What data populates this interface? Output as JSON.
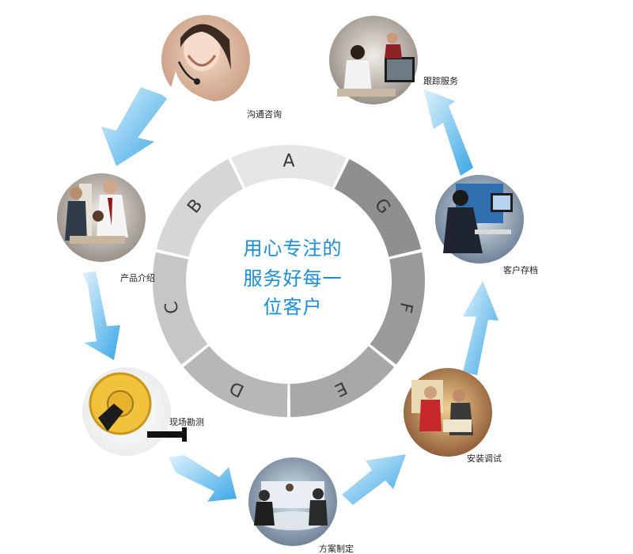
{
  "center_text": {
    "line1": "用心专注的",
    "line2": "服务好每一",
    "line3": "位客户"
  },
  "ring_segments": [
    {
      "letter": "A",
      "color": "#e6e6e6"
    },
    {
      "letter": "G",
      "color": "#8f8f8f"
    },
    {
      "letter": "F",
      "color": "#9a9a9a"
    },
    {
      "letter": "E",
      "color": "#a8a8a8"
    },
    {
      "letter": "D",
      "color": "#b7b7b7"
    },
    {
      "letter": "C",
      "color": "#c6c6c6"
    },
    {
      "letter": "B",
      "color": "#d6d6d6"
    }
  ],
  "steps": [
    {
      "label": "沟通咨询",
      "image": "call-center-agent-photo"
    },
    {
      "label": "产品介绍",
      "image": "meeting-presentation-photo"
    },
    {
      "label": "现场勘测",
      "image": "measuring-tape-photo"
    },
    {
      "label": "方案制定",
      "image": "conference-room-photo"
    },
    {
      "label": "安装调试",
      "image": "installation-team-photo"
    },
    {
      "label": "客户存档",
      "image": "office-worker-computer-photo"
    },
    {
      "label": "跟踪服务",
      "image": "support-desk-photo"
    }
  ],
  "colors": {
    "arrow": "#8fd0f2",
    "arrow_dark": "#3aa7e6",
    "center_text": "#1a8ee0"
  }
}
